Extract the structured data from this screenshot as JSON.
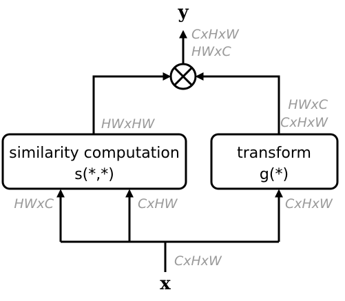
{
  "output_var": "y",
  "input_var": "x",
  "boxes": {
    "similarity": {
      "line1": "similarity computation",
      "line2": "s(*,*)"
    },
    "transform": {
      "line1": "transform",
      "line2": "g(*)"
    }
  },
  "operator_symbol": "⊗",
  "dims": {
    "top_line1": "CxHxW",
    "top_line2": "HWxC",
    "sim_out": "HWxHW",
    "trans_out_line1": "HWxC",
    "trans_out_line2": "CxHxW",
    "sim_in_left": "HWxC",
    "sim_in_right": "CxHW",
    "trans_in": "CxHxW",
    "input": "CxHxW"
  }
}
